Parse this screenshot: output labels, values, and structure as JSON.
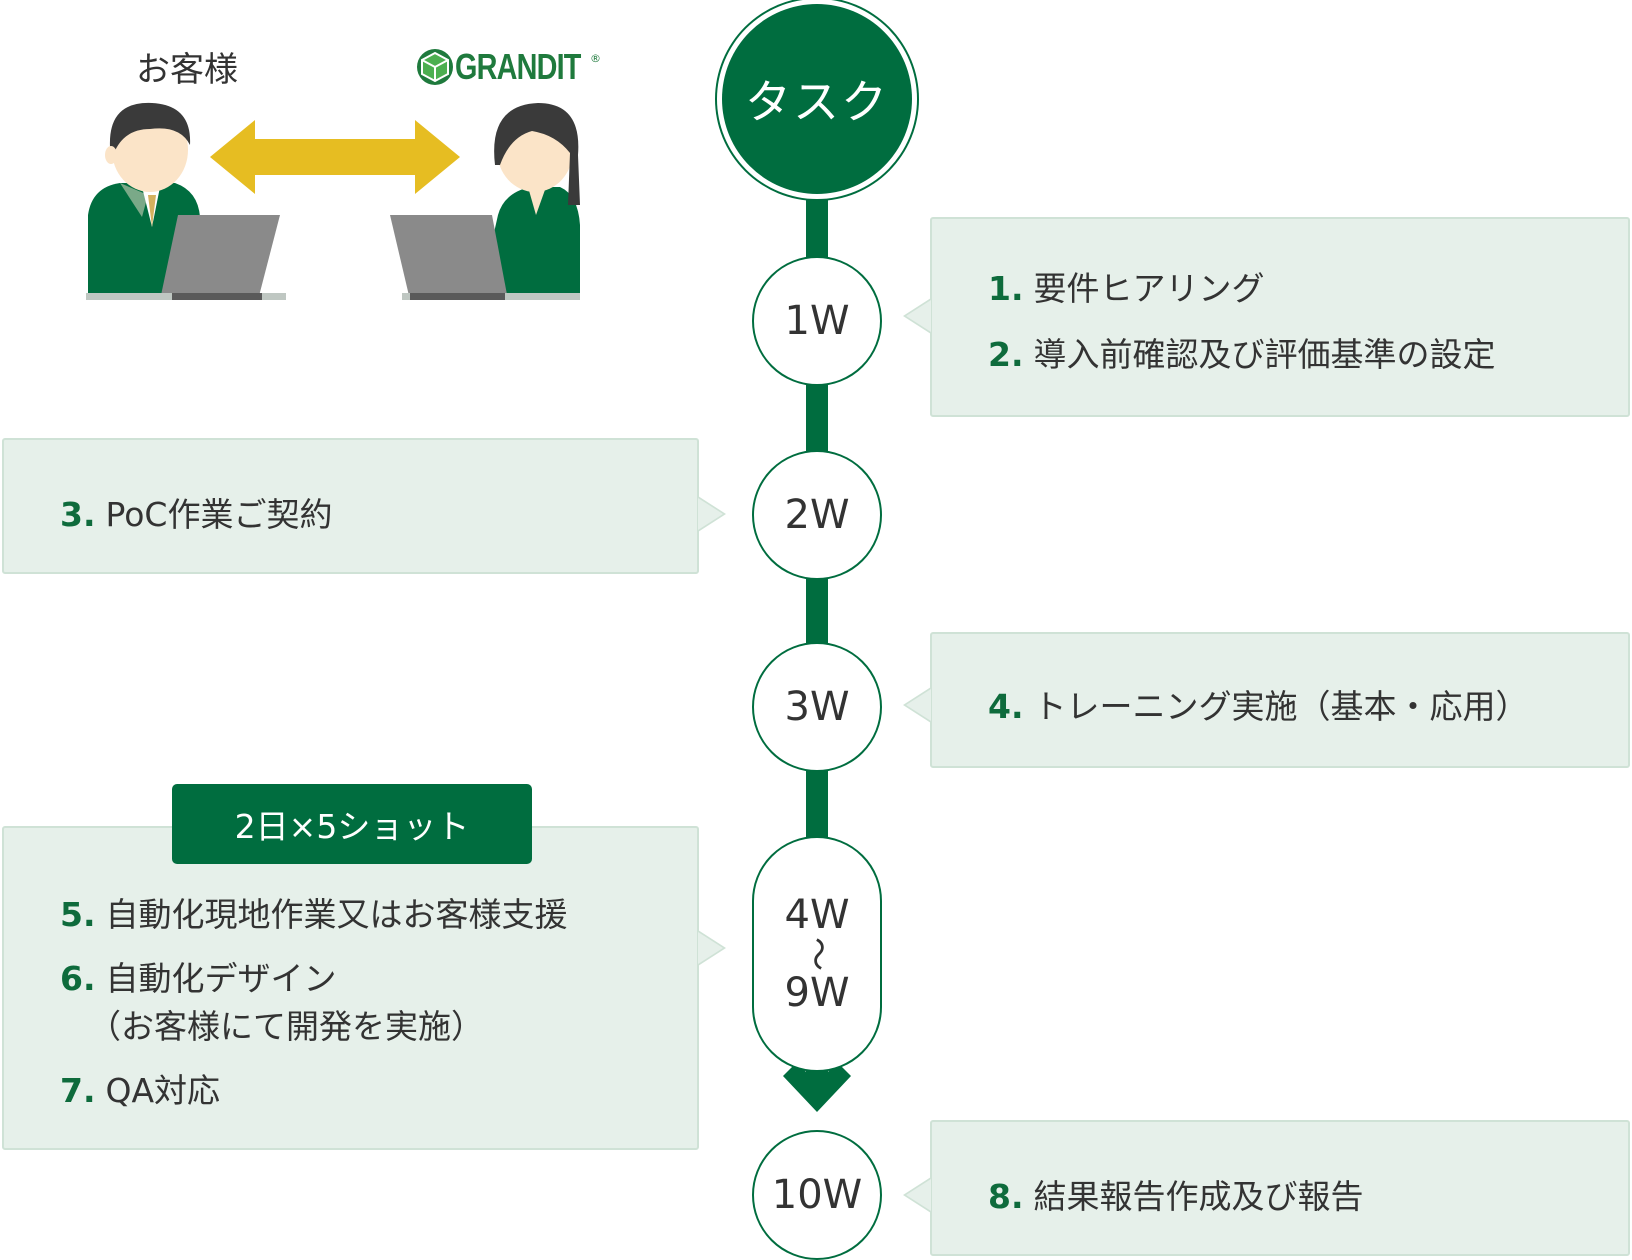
{
  "header": {
    "customer_label": "お客様",
    "logo_text": "GRANDIT",
    "logo_mark": "®"
  },
  "task": {
    "label": "タスク"
  },
  "timeline": {
    "w1": "1W",
    "w2": "2W",
    "w3": "3W",
    "w4": "4W",
    "range_sep": "〜",
    "w9": "9W",
    "w10": "10W"
  },
  "boxes": {
    "b1": {
      "items": [
        {
          "num": "1.",
          "text": "要件ヒアリング"
        },
        {
          "num": "2.",
          "text": "導入前確認及び評価基準の設定"
        }
      ]
    },
    "b2": {
      "items": [
        {
          "num": "3.",
          "text": "PoC作業ご契約"
        }
      ]
    },
    "b3": {
      "items": [
        {
          "num": "4.",
          "text": "トレーニング実施（基本・応用）"
        }
      ]
    },
    "b4": {
      "badge": "2日×5ショット",
      "items": [
        {
          "num": "5.",
          "text": "自動化現地作業又はお客様支援"
        },
        {
          "num": "6.",
          "text": "自動化デザイン"
        },
        {
          "sub": "（お客様にて開発を実施）"
        },
        {
          "num": "7.",
          "text": "QA対応"
        }
      ]
    },
    "b5": {
      "items": [
        {
          "num": "8.",
          "text": "結果報告作成及び報告"
        }
      ]
    }
  },
  "colors": {
    "green": "#006d3f",
    "box_bg": "#e6f0ea",
    "arrow_yellow": "#e6bd22"
  }
}
